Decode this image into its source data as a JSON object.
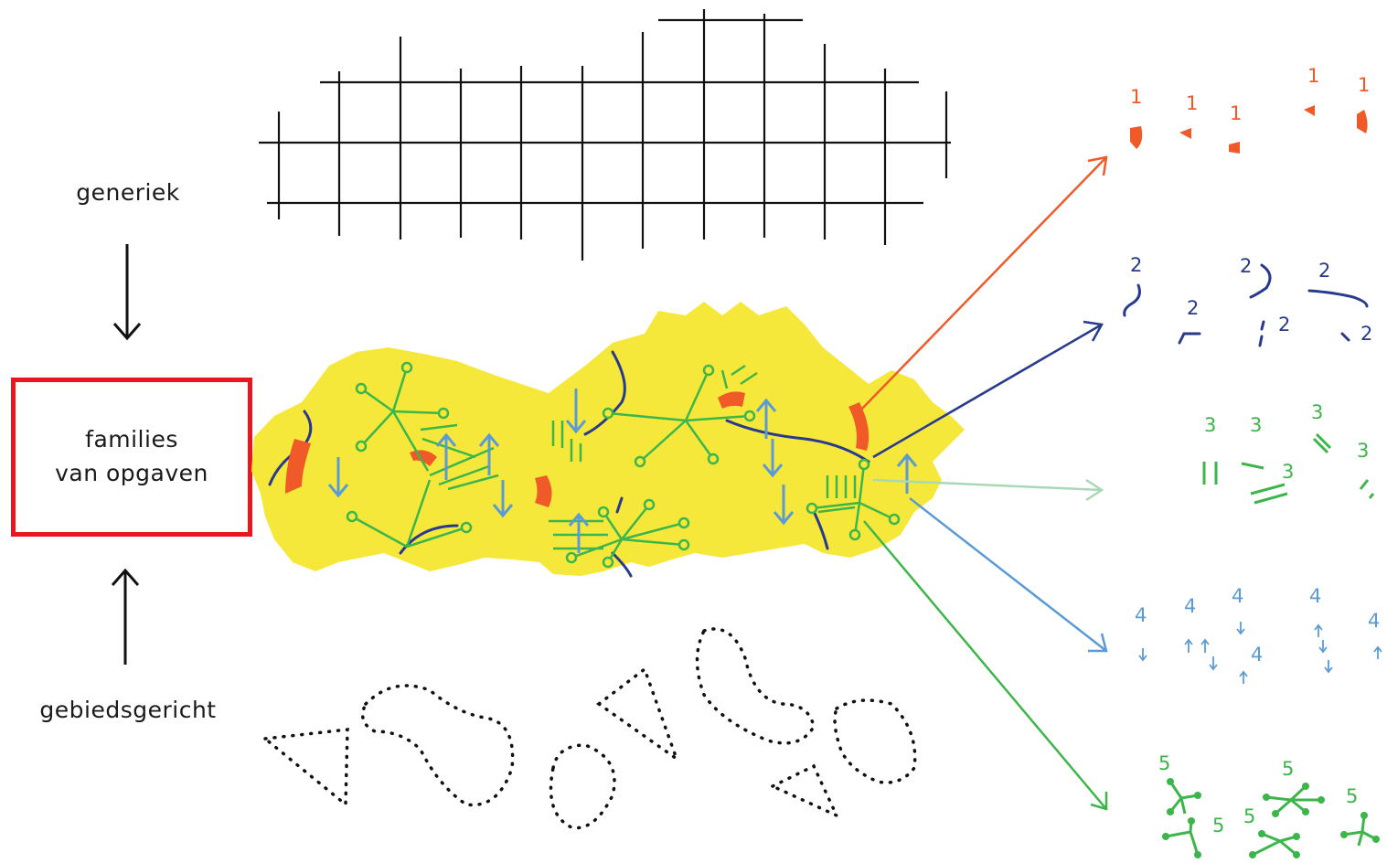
{
  "labels": {
    "top": "generiek",
    "middle_line1": "families",
    "middle_line2": "van opgaven",
    "bottom": "gebiedsgericht"
  },
  "families": [
    {
      "number": "1",
      "color": "#f05a28",
      "label": "1"
    },
    {
      "number": "2",
      "color": "#283a8e",
      "label": "2"
    },
    {
      "number": "3",
      "color": "#3cb54a",
      "label": "3"
    },
    {
      "number": "4",
      "color": "#5b9bd5",
      "label": "4"
    },
    {
      "number": "5",
      "color": "#3cb54a",
      "label": "5"
    }
  ],
  "colors": {
    "region_fill": "#f5e83a",
    "highlight_box": "#e8171e",
    "grid": "#111111",
    "arrow_light_green": "#a8d8b5"
  }
}
